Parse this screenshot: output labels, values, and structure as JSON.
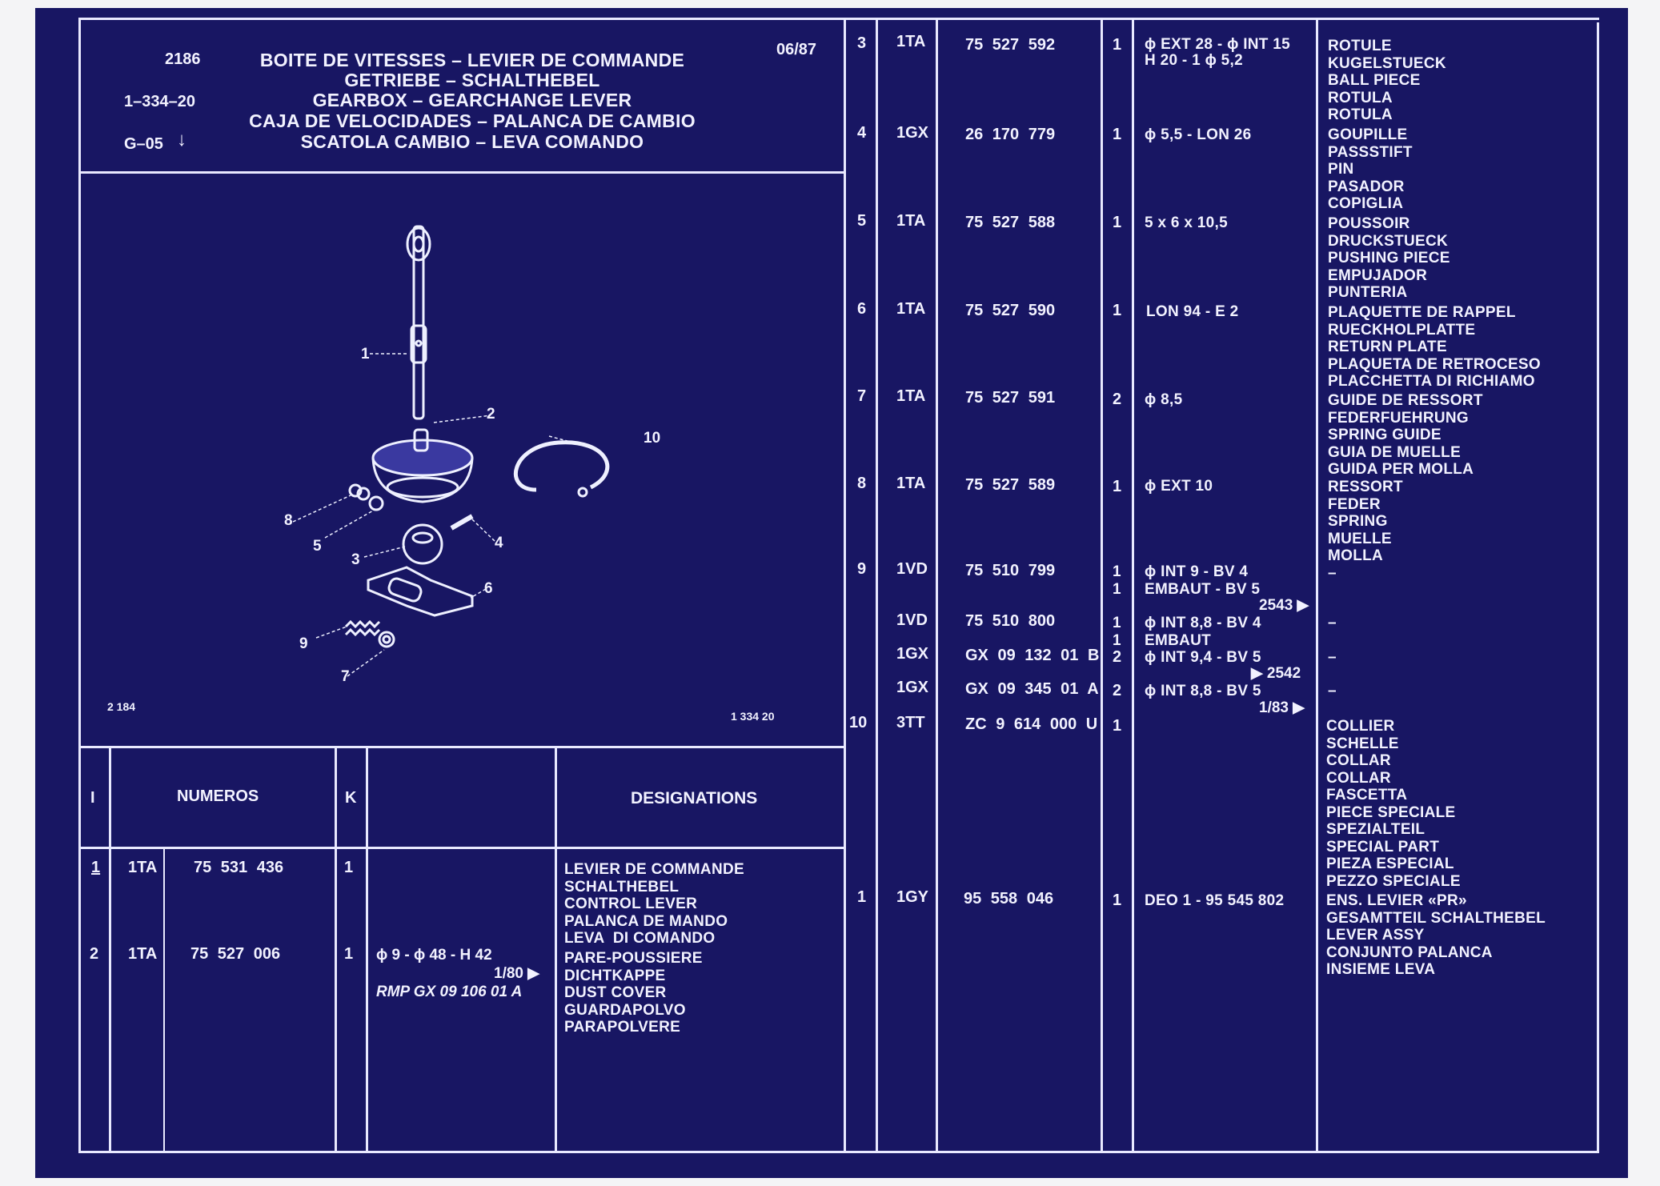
{
  "header": {
    "plate": "2186",
    "date": "06/87",
    "code": "1–334–20",
    "model": "G–05",
    "titles": [
      "BOITE DE VITESSES – LEVIER DE COMMANDE",
      "GETRIEBE – SCHALTHEBEL",
      "GEARBOX – GEARCHANGE LEVER",
      "CAJA DE VELOCIDADES – PALANCA DE CAMBIO",
      "SCATOLA CAMBIO – LEVA COMANDO"
    ]
  },
  "diagram": {
    "ref_left": "2 184",
    "ref_right": "1 334 20",
    "callouts": [
      "1",
      "2",
      "3",
      "4",
      "5",
      "6",
      "7",
      "8",
      "9",
      "10"
    ]
  },
  "table_header": {
    "col_i": "I",
    "col_numeros": "NUMEROS",
    "col_k": "K",
    "col_designations": "DESIGNATIONS"
  },
  "left_rows": [
    {
      "i": "1",
      "code": "1TA",
      "number": "75 531 436",
      "k": "1",
      "spec": "",
      "spec2": "",
      "spec3": "",
      "designations": "LEVIER DE COMMANDE\nSCHALTHEBEL\nCONTROL LEVER\nPALANCA DE MANDO\nLEVA  DI COMANDO"
    },
    {
      "i": "2",
      "code": "1TA",
      "number": "75 527 006",
      "k": "1",
      "spec": "ϕ 9 - ϕ 48 - H 42",
      "spec2": "1/80 ▶",
      "spec3": "RMP GX 09 106 01 A",
      "designations": "PARE-POUSSIERE\nDICHTKAPPE\nDUST COVER\nGUARDAPOLVO\nPARAPOLVERE"
    }
  ],
  "right_rows": [
    {
      "i": "3",
      "code": "1TA",
      "number": "75 527 592",
      "k": "1",
      "spec": "ϕ EXT 28 - ϕ INT 15\nH 20 - 1 ϕ 5,2",
      "designations": "ROTULE\nKUGELSTUECK\nBALL PIECE\nROTULA\nROTULA"
    },
    {
      "i": "4",
      "code": "1GX",
      "number": "26 170 779",
      "k": "1",
      "spec": "ϕ 5,5 - LON 26",
      "designations": "GOUPILLE\nPASSSTIFT\nPIN\nPASADOR\nCOPIGLIA"
    },
    {
      "i": "5",
      "code": "1TA",
      "number": "75 527 588",
      "k": "1",
      "spec": "5 x 6 x 10,5",
      "designations": "POUSSOIR\nDRUCKSTUECK\nPUSHING PIECE\nEMPUJADOR\nPUNTERIA"
    },
    {
      "i": "6",
      "code": "1TA",
      "number": "75 527 590",
      "k": "1",
      "spec": "LON 94 - E 2",
      "designations": "PLAQUETTE DE RAPPEL\nRUECKHOLPLATTE\nRETURN PLATE\nPLAQUETA DE RETROCESO\nPLACCHETTA DI RICHIAMO"
    },
    {
      "i": "7",
      "code": "1TA",
      "number": "75 527 591",
      "k": "2",
      "spec": "ϕ 8,5",
      "designations": "GUIDE DE RESSORT\nFEDERFUEHRUNG\nSPRING GUIDE\nGUIA DE MUELLE\nGUIDA PER MOLLA"
    },
    {
      "i": "8",
      "code": "1TA",
      "number": "75 527 589",
      "k": "1",
      "spec": "ϕ EXT 10",
      "designations": "RESSORT\nFEDER\nSPRING\nMUELLE\nMOLLA\n–"
    },
    {
      "i": "9",
      "code": "1VD",
      "number": "75 510 799",
      "k": "1\n1",
      "spec": "ϕ INT 9 - BV 4\nEMBAUT - BV 5",
      "extra": "2543 ▶",
      "designations": ""
    },
    {
      "i": "",
      "code": "1VD",
      "number": "75 510 800",
      "k": "1\n1",
      "spec": "ϕ INT 8,8 - BV 4\nEMBAUT",
      "designations": "–"
    },
    {
      "i": "",
      "code": "1GX",
      "number": "GX 09 132 01 B",
      "k": "2",
      "spec": "ϕ INT 9,4 - BV 5",
      "extra": "▶ 2542",
      "designations": "–"
    },
    {
      "i": "",
      "code": "1GX",
      "number": "GX 09 345 01 A",
      "k": "2",
      "spec": "ϕ INT 8,8 - BV 5",
      "extra": "1/83 ▶",
      "designations": "–"
    },
    {
      "i": "10",
      "code": "3TT",
      "number": "ZC 9 614 000 U",
      "k": "1",
      "spec": "",
      "designations": "COLLIER\nSCHELLE\nCOLLAR\nCOLLAR\nFASCETTA\nPIECE SPECIALE\nSPEZIALTEIL\nSPECIAL PART\nPIEZA ESPECIAL\nPEZZO SPECIALE"
    },
    {
      "i": "1",
      "code": "1GY",
      "number": "95 558 046",
      "k": "1",
      "spec": "DEO 1 - 95 545 802",
      "designations": "ENS. LEVIER «PR»\nGESAMTTEIL SCHALTHEBEL\nLEVER ASSY\nCONJUNTO PALANCA\nINSIEME LEVA"
    }
  ]
}
